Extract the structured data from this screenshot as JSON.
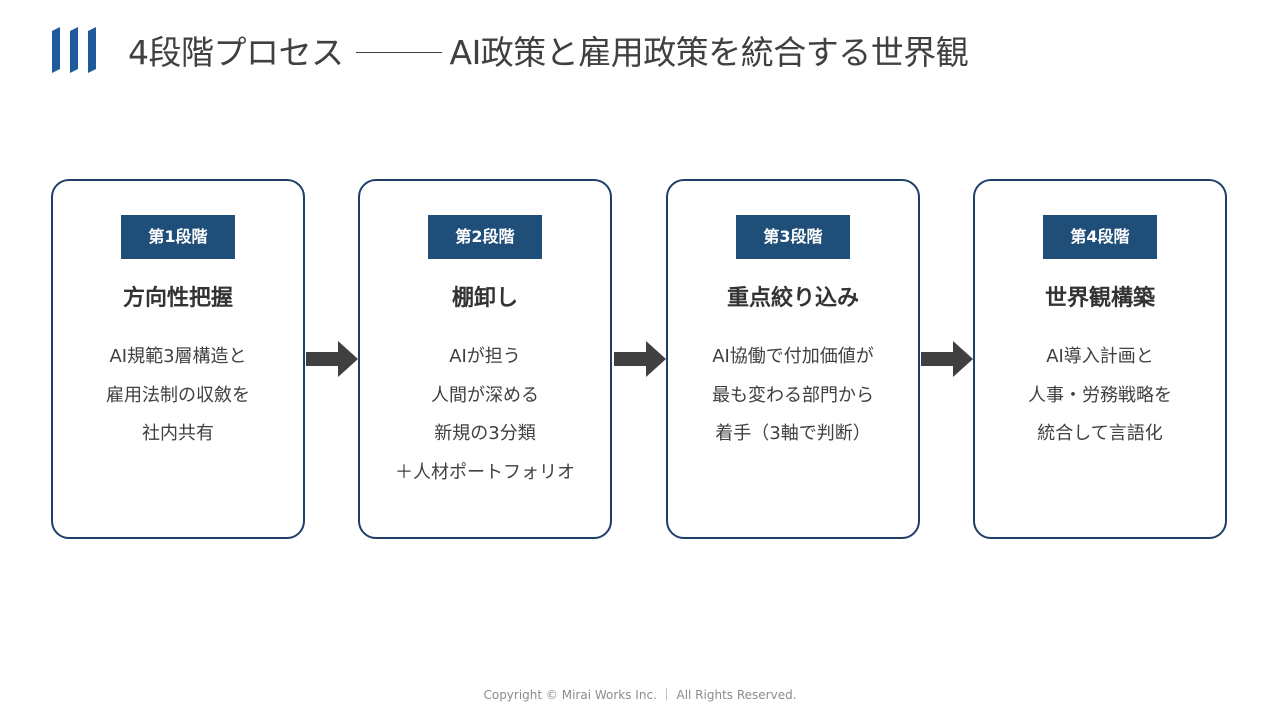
{
  "header": {
    "title_main": "4段階プロセス",
    "title_sub": "AI政策と雇用政策を統合する世界観"
  },
  "stages": [
    {
      "badge": "第1段階",
      "title": "方向性把握",
      "lines": [
        "AI規範3層構造と",
        "雇用法制の収斂を",
        "社内共有"
      ]
    },
    {
      "badge": "第2段階",
      "title": "棚卸し",
      "lines": [
        "AIが担う",
        "人間が深める",
        "新規の3分類",
        "＋人材ポートフォリオ"
      ]
    },
    {
      "badge": "第3段階",
      "title": "重点絞り込み",
      "lines": [
        "AI協働で付加価値が",
        "最も変わる部門から",
        "着手（3軸で判断）"
      ]
    },
    {
      "badge": "第4段階",
      "title": "世界観構築",
      "lines": [
        "AI導入計画と",
        "人事・労務戦略を",
        "統合して言語化"
      ]
    }
  ],
  "footer": {
    "copyright": "Copyright © Mirai Works Inc. ｜ All Rights Reserved."
  },
  "colors": {
    "accent": "#1f4e79",
    "card_border": "#1f3f6b",
    "arrow": "#404040",
    "text": "#404040"
  },
  "icons": {
    "logo": "company-logo-icon",
    "arrow": "right-arrow-icon"
  }
}
